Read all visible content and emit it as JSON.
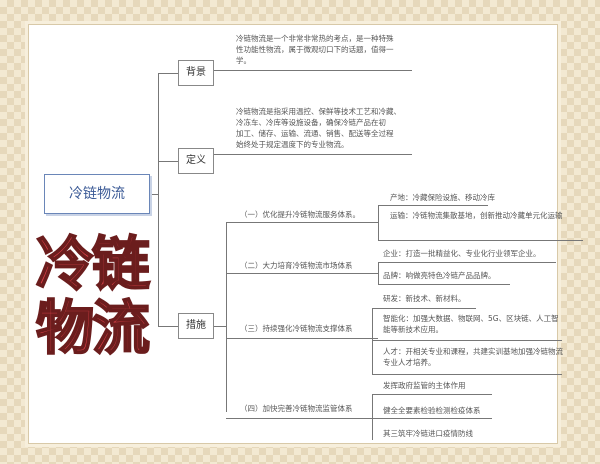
{
  "title_overlay": "冷链物流",
  "root": "冷链物流",
  "branches": {
    "background": {
      "label": "背景",
      "text": [
        "冷链物流是一个非常非常热的考点，是一种特殊",
        "性功能性物流，属于微观切口下的话题，值得一",
        "学。"
      ]
    },
    "definition": {
      "label": "定义",
      "text": [
        "冷链物流是指采用温控、保鲜等技术工艺和冷藏、",
        "冷冻车、冷库等设施设备，确保冷链产品在初",
        "加工、储存、运输、流通、销售、配送等全过程",
        "始终处于规定温度下的专业物流。"
      ]
    },
    "measures": {
      "label": "措施",
      "items": [
        {
          "label": "（一）优化提升冷链物流服务体系。",
          "subs": [
            "产地：冷藏保险设施、移动冷库",
            "运输：冷链物流集散基地，创新推动冷藏单元化运输"
          ]
        },
        {
          "label": "（二）大力培育冷链物流市场体系",
          "subs": [
            "企业：打造一批精益化、专业化行业领军企业。",
            "品牌：响做亮特色冷链产品品牌。"
          ]
        },
        {
          "label": "（三）持续强化冷链物流支撑体系",
          "subs": [
            "研发：新技术、新材料。",
            "智能化：加强大数据、物联网、5G、区块链、人工智能等新技术应用。",
            "人才：开相关专业和课程，共建实训基地加强冷链物流专业人才培养。"
          ]
        },
        {
          "label": "（四）加快完善冷链物流监管体系",
          "subs": [
            "发挥政府监管的主体作用",
            "健全全要素检验检测检疫体系",
            "其三筑牢冷链进口疫情防线"
          ]
        }
      ]
    }
  }
}
